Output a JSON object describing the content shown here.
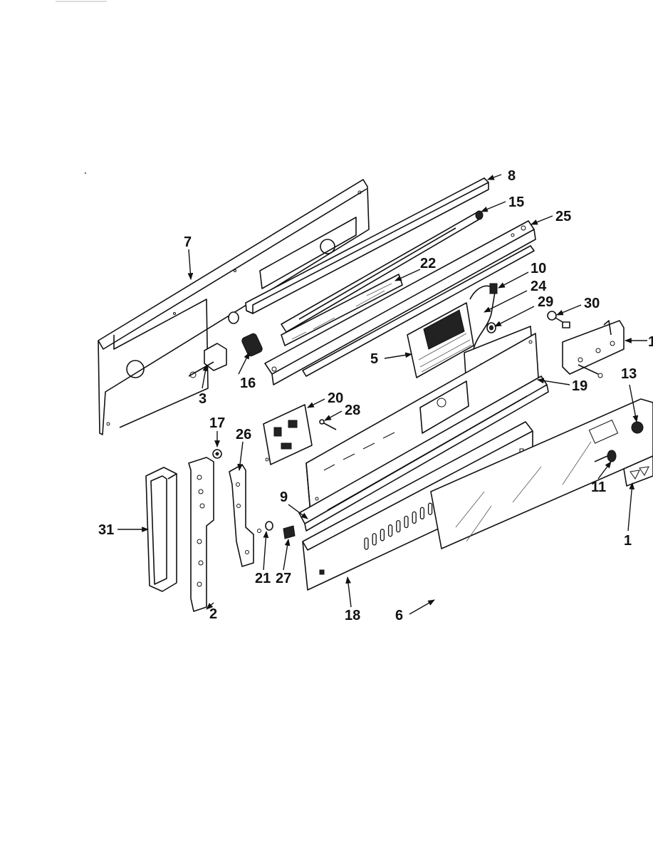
{
  "diagram": {
    "callouts": [
      {
        "id": "1",
        "label": "1"
      },
      {
        "id": "2",
        "label": "2"
      },
      {
        "id": "3",
        "label": "3"
      },
      {
        "id": "5",
        "label": "5"
      },
      {
        "id": "6",
        "label": "6"
      },
      {
        "id": "7",
        "label": "7"
      },
      {
        "id": "8",
        "label": "8"
      },
      {
        "id": "9",
        "label": "9"
      },
      {
        "id": "10",
        "label": "10"
      },
      {
        "id": "11",
        "label": "11"
      },
      {
        "id": "13",
        "label": "13"
      },
      {
        "id": "15",
        "label": "15"
      },
      {
        "id": "16",
        "label": "16"
      },
      {
        "id": "17",
        "label": "17"
      },
      {
        "id": "18",
        "label": "18"
      },
      {
        "id": "19",
        "label": "19"
      },
      {
        "id": "20",
        "label": "20"
      },
      {
        "id": "21",
        "label": "21"
      },
      {
        "id": "22",
        "label": "22"
      },
      {
        "id": "24",
        "label": "24"
      },
      {
        "id": "25",
        "label": "25"
      },
      {
        "id": "26",
        "label": "26"
      },
      {
        "id": "27",
        "label": "27"
      },
      {
        "id": "28",
        "label": "28"
      },
      {
        "id": "29",
        "label": "29"
      },
      {
        "id": "30",
        "label": "30"
      },
      {
        "id": "31",
        "label": "31"
      }
    ],
    "edge_label": "1"
  }
}
